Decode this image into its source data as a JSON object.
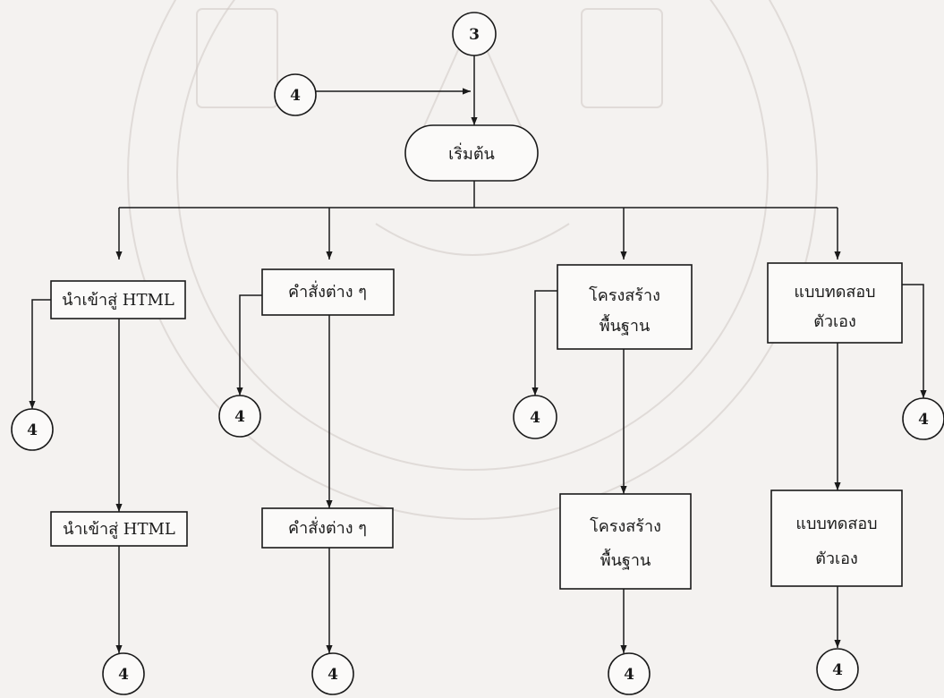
{
  "start": {
    "label": "เริ่มต้น"
  },
  "connectors": {
    "top_in": "3",
    "loop_in": "4",
    "c1_side": "4",
    "c1_bottom": "4",
    "c2_side": "4",
    "c2_bottom": "4",
    "c3_side": "4",
    "c3_bottom": "4",
    "c4_side": "4",
    "c4_bottom": "4"
  },
  "columns": [
    {
      "top": [
        "นำเข้าสู่ HTML"
      ],
      "bottom": [
        "นำเข้าสู่ HTML"
      ]
    },
    {
      "top": [
        "คำสั่งต่าง ๆ"
      ],
      "bottom": [
        "คำสั่งต่าง ๆ"
      ]
    },
    {
      "top": [
        "โครงสร้าง",
        "พื้นฐาน"
      ],
      "bottom": [
        "โครงสร้าง",
        "พื้นฐาน"
      ]
    },
    {
      "top": [
        "แบบทดสอบ",
        "ตัวเอง"
      ],
      "bottom": [
        "แบบทดสอบ",
        "ตัวเอง"
      ]
    }
  ]
}
